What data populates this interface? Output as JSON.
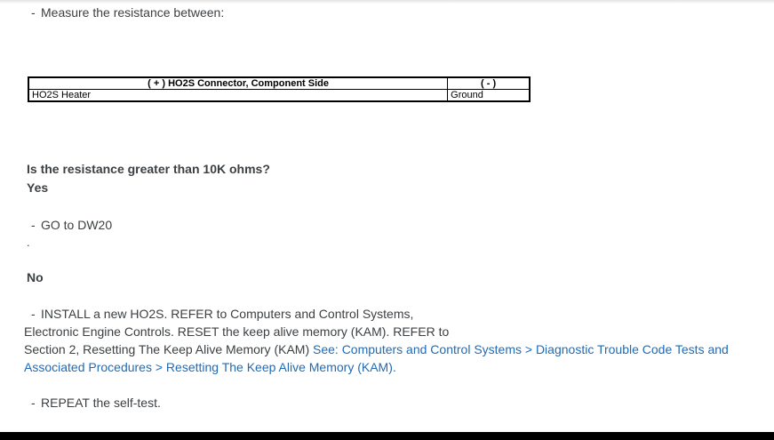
{
  "page": {
    "measure_step": {
      "dash": "-",
      "text": "Measure the resistance between:"
    },
    "table": {
      "headers": [
        "( + ) HO2S Connector, Component Side",
        "( - )"
      ],
      "rows": [
        {
          "pos": "HO2S Heater",
          "neg": "Ground"
        }
      ]
    },
    "question": "Is the resistance greater than 10K ohms?",
    "yes_label": "Yes",
    "yes_step": {
      "dash": "-",
      "text": "GO to DW20"
    },
    "stray_period": ".",
    "no_label": "No",
    "install_step": {
      "dash": "-",
      "line1": "INSTALL a new HO2S. REFER to Computers and Control Systems,",
      "line2": "Electronic Engine Controls. RESET the keep alive memory (KAM). REFER to",
      "line3_text": "Section 2, Resetting The Keep Alive Memory (KAM) ",
      "line3_link": "See: Computers and Control Systems > Diagnostic Trouble Code Tests and",
      "line4_link": "Associated Procedures > Resetting The Keep Alive Memory (KAM)."
    },
    "repeat_step": {
      "dash": "-",
      "text": "REPEAT the self-test."
    },
    "colors": {
      "link": "#1e6bb8",
      "text": "#3c4043",
      "table_border": "#000000"
    }
  }
}
